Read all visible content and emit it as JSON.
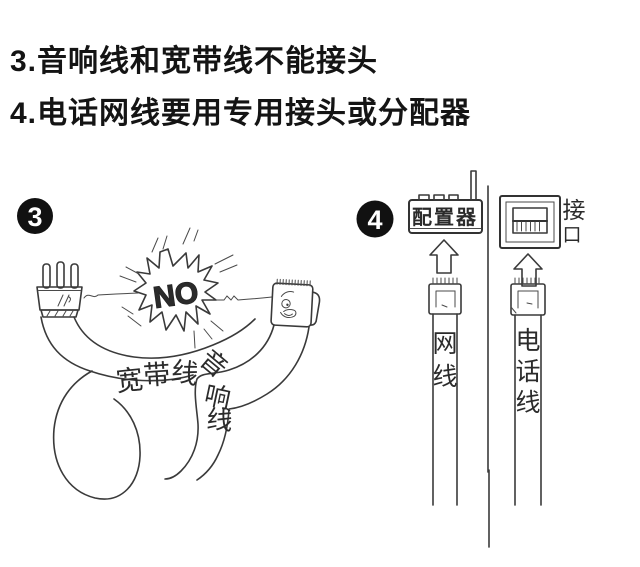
{
  "header": {
    "line1": "3.音响线和宽带线不能接头",
    "line2": "4.电话网线要用专用接头或分配器"
  },
  "panel3": {
    "badge": "3",
    "no_label": "NO",
    "broadband_label": "宽带线",
    "audio_label": "音响线"
  },
  "panel4": {
    "badge": "4",
    "router_label": "配置器",
    "port_label": "接口",
    "net_cable_label": "网线",
    "phone_cable_label": "电话线"
  },
  "colors": {
    "ink": "#3a3a3a",
    "badge_fill": "#111111",
    "background": "#ffffff",
    "text": "#141414"
  }
}
